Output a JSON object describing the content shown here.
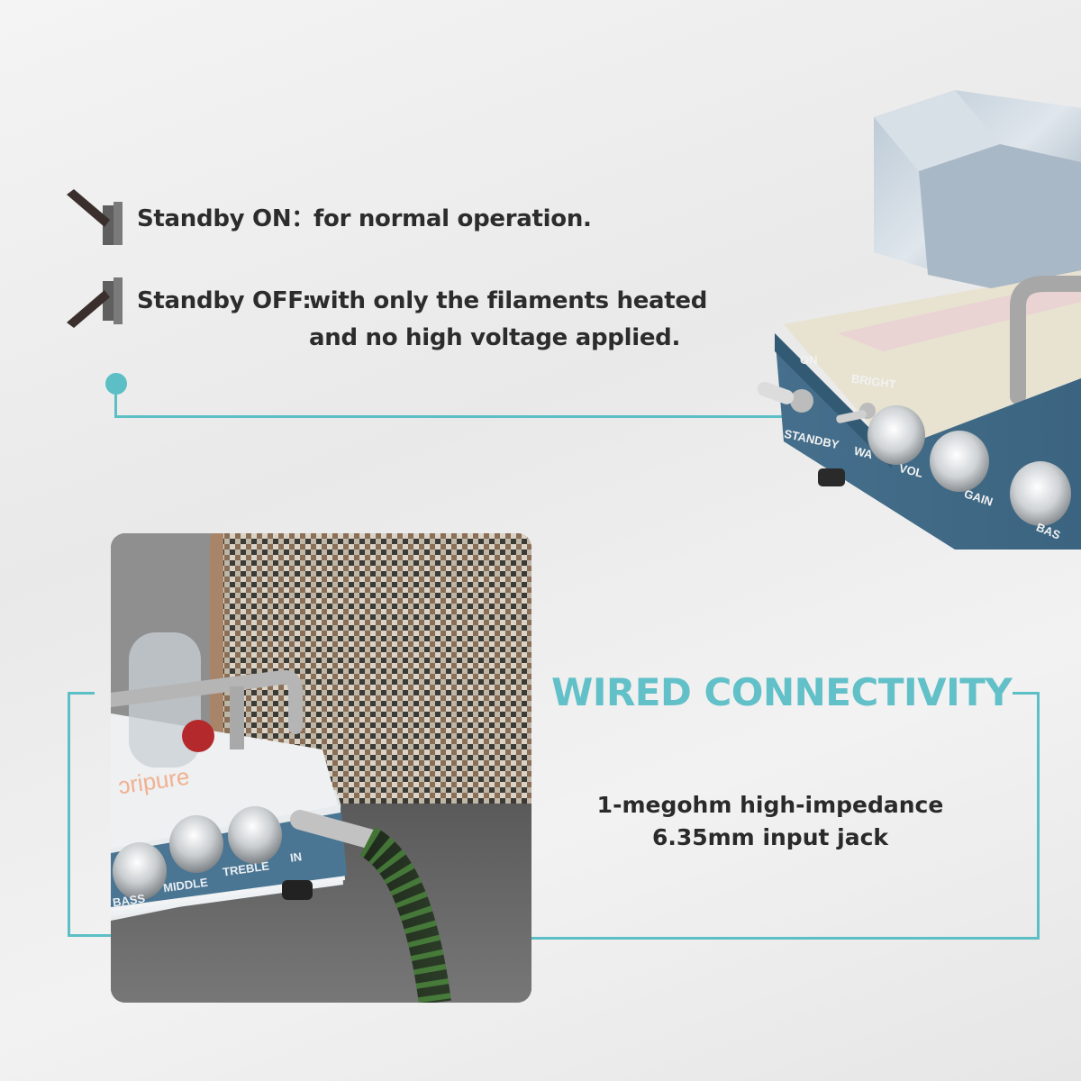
{
  "standby": {
    "on": {
      "label": "Standby ON：",
      "description": "for normal operation."
    },
    "off": {
      "label": "Standby OFF:",
      "description_line1": "with only the filaments heated",
      "description_line2": "and no high voltage applied."
    }
  },
  "amp_panel": {
    "switch_on": "ON",
    "switch_standby": "STANDBY",
    "bright": "BRIGHT",
    "knob_1": "WA",
    "knob_2": "VOL",
    "knob_3": "GAIN",
    "knob_4": "BAS"
  },
  "photo": {
    "brand": "ɔripure",
    "knob_bass": "BASS",
    "knob_middle": "MIDDLE",
    "knob_treble": "TREBLE",
    "jack_in": "IN"
  },
  "wired": {
    "heading": "WIRED CONNECTIVITY",
    "desc_line1": "1-megohm high-impedance",
    "desc_line2": "6.35mm input jack"
  },
  "colors": {
    "accent": "#5bbfc5",
    "text": "#2c2c2c",
    "amp_blue": "#3f6b86"
  }
}
